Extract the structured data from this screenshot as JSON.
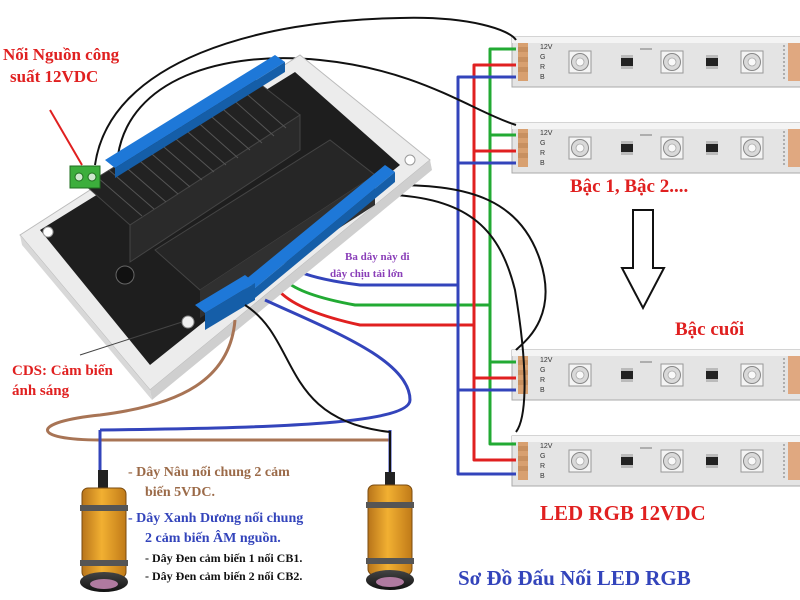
{
  "labels": {
    "power_input": [
      "Nối Nguồn công",
      "suất 12VDC"
    ],
    "light_sensor": [
      "CDS: Cảm biến",
      "ánh sáng"
    ],
    "heavy_wires": [
      "Ba dây này đi",
      "dây chịu tải lớn"
    ],
    "steps": "Bậc 1, Bậc 2....",
    "last_step": "Bậc cuối",
    "led_title": "LED RGB 12VDC",
    "diagram_title": "Sơ Đồ Đấu Nối LED RGB",
    "note_brown": [
      "- Dây Nâu nối chung 2 cảm",
      "biến 5VDC."
    ],
    "note_blue": [
      "- Dây Xanh Dương nối chung",
      "2 cảm biến ÂM nguồn."
    ],
    "note_black_1": "- Dây Đen cảm biến 1 nối CB1.",
    "note_black_2": "- Dây Đen cảm biến 2 nối CB2."
  },
  "strip_pin_labels": [
    "12V",
    "G",
    "R",
    "B"
  ],
  "colors": {
    "red_text": "#e02020",
    "wire_green": "#22aa33",
    "wire_red": "#e02020",
    "wire_blue": "#3344bb",
    "wire_brown": "#a87455",
    "wire_black": "#111111",
    "board": "#1c1c1c",
    "terminal": "#1e78d8",
    "sensor_body": "#e8a020",
    "strip": "#e8e8e8"
  }
}
